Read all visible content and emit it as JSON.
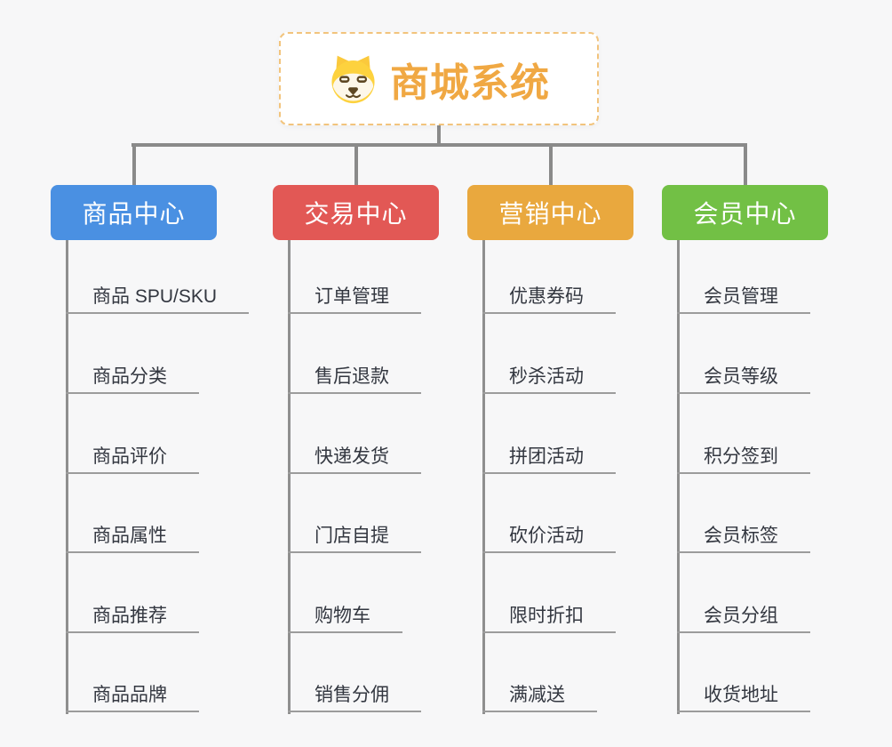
{
  "canvas": {
    "background": "#f7f7f8",
    "connector_color": "#8a8a8a",
    "underline_color": "#9c9c9c",
    "child_text_color": "#333740"
  },
  "root": {
    "title": "商城系统",
    "icon": "dog-face-icon",
    "title_color": "#f0a843",
    "border_color": "#f2c47d",
    "background": "#ffffff"
  },
  "branches": [
    {
      "id": "product-center",
      "label": "商品中心",
      "color": "#4a90e2",
      "children": [
        "商品 SPU/SKU",
        "商品分类",
        "商品评价",
        "商品属性",
        "商品推荐",
        "商品品牌"
      ]
    },
    {
      "id": "trade-center",
      "label": "交易中心",
      "color": "#e25855",
      "children": [
        "订单管理",
        "售后退款",
        "快递发货",
        "门店自提",
        "购物车",
        "销售分佣"
      ]
    },
    {
      "id": "marketing-center",
      "label": "营销中心",
      "color": "#e9a83e",
      "children": [
        "优惠券码",
        "秒杀活动",
        "拼团活动",
        "砍价活动",
        "限时折扣",
        "满减送"
      ]
    },
    {
      "id": "member-center",
      "label": "会员中心",
      "color": "#72c045",
      "children": [
        "会员管理",
        "会员等级",
        "积分签到",
        "会员标签",
        "会员分组",
        "收货地址"
      ]
    }
  ]
}
